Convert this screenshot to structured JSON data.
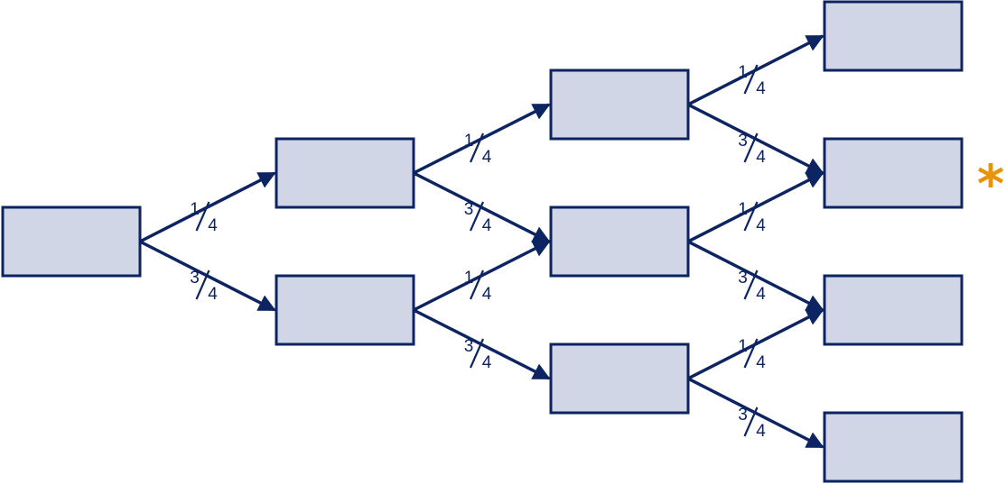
{
  "diagram": {
    "colors": {
      "box_fill": "#d1d6e6",
      "line": "#0d2462",
      "marker": "#e8940a"
    },
    "levels": [
      1,
      2,
      3,
      4
    ],
    "edges": [
      {
        "from": "L0-0",
        "to": "L1-0",
        "label": {
          "num": "1",
          "den": "4"
        }
      },
      {
        "from": "L0-0",
        "to": "L1-1",
        "label": {
          "num": "3",
          "den": "4"
        }
      },
      {
        "from": "L1-0",
        "to": "L2-0",
        "label": {
          "num": "1",
          "den": "4"
        }
      },
      {
        "from": "L1-0",
        "to": "L2-1",
        "label": {
          "num": "3",
          "den": "4"
        }
      },
      {
        "from": "L1-1",
        "to": "L2-1",
        "label": {
          "num": "1",
          "den": "4"
        }
      },
      {
        "from": "L1-1",
        "to": "L2-2",
        "label": {
          "num": "3",
          "den": "4"
        }
      },
      {
        "from": "L2-0",
        "to": "L3-0",
        "label": {
          "num": "1",
          "den": "4"
        }
      },
      {
        "from": "L2-0",
        "to": "L3-1",
        "label": {
          "num": "3",
          "den": "4"
        }
      },
      {
        "from": "L2-1",
        "to": "L3-1",
        "label": {
          "num": "1",
          "den": "4"
        }
      },
      {
        "from": "L2-1",
        "to": "L3-2",
        "label": {
          "num": "3",
          "den": "4"
        }
      },
      {
        "from": "L2-2",
        "to": "L3-2",
        "label": {
          "num": "1",
          "den": "4"
        }
      },
      {
        "from": "L2-2",
        "to": "L3-3",
        "label": {
          "num": "3",
          "den": "4"
        }
      }
    ],
    "marker": {
      "symbol": "*",
      "target": "L3-1"
    }
  }
}
